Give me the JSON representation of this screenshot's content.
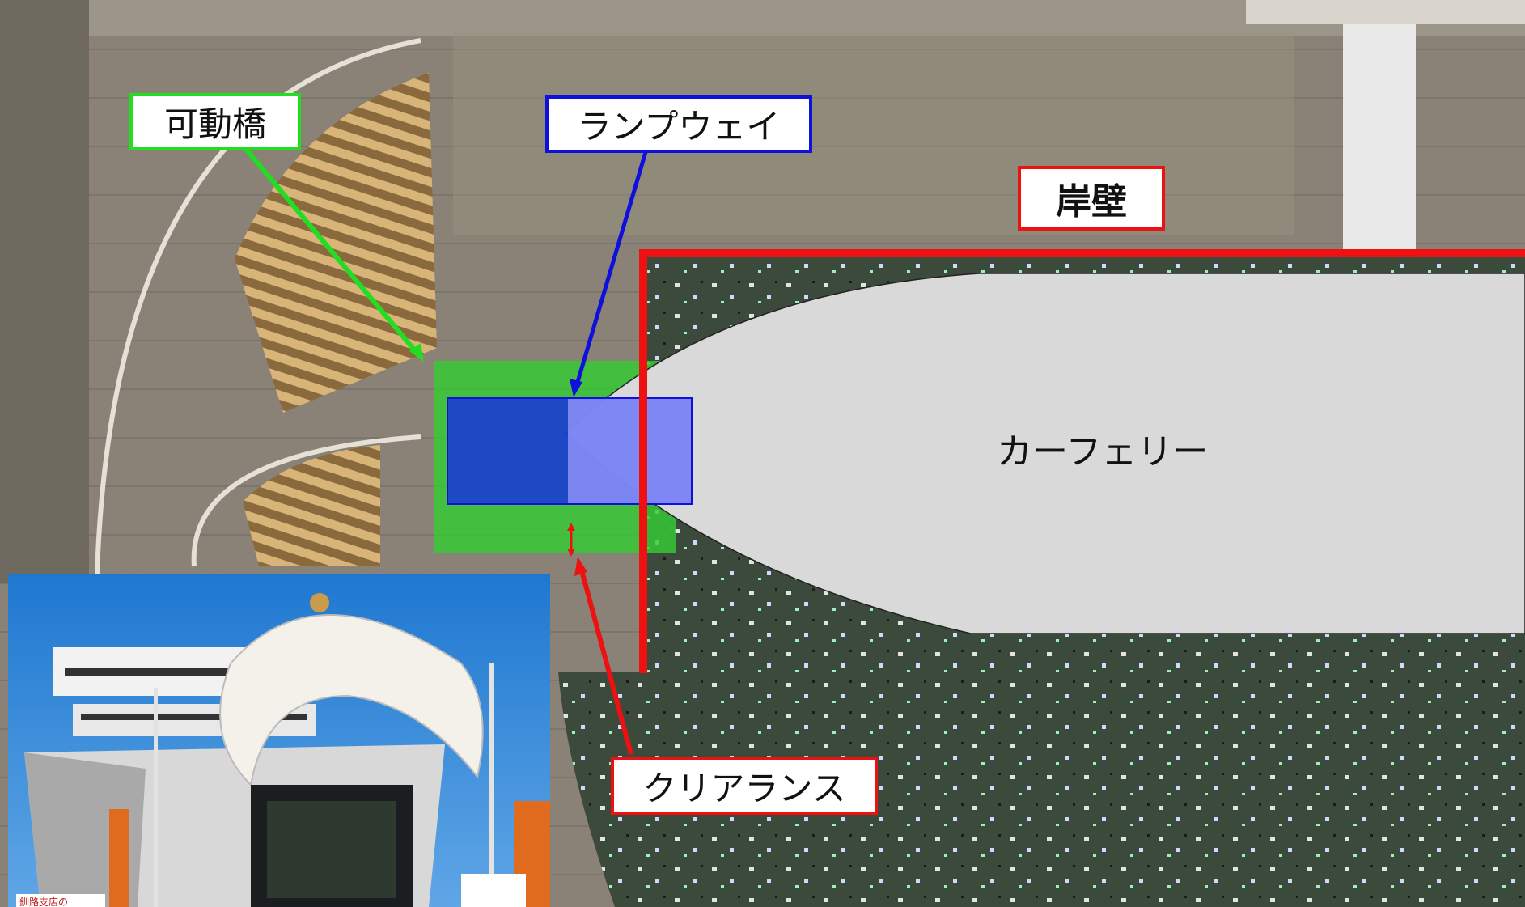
{
  "labels": {
    "movable_bridge": "可動橋",
    "rampway": "ランプウェイ",
    "quay": "岸壁",
    "car_ferry": "カーフェリー",
    "clearance": "クリアランス"
  },
  "photo_sign_text": "釧路支店の",
  "colors": {
    "movable_bridge": "#22dd22",
    "rampway": "#1010dd",
    "quay": "#ee1111",
    "clearance": "#ee1111",
    "ferry_hull": "#d9d9d9",
    "bridge_fill": "#33cc33",
    "ramp_fill": "#1a3fd0"
  }
}
